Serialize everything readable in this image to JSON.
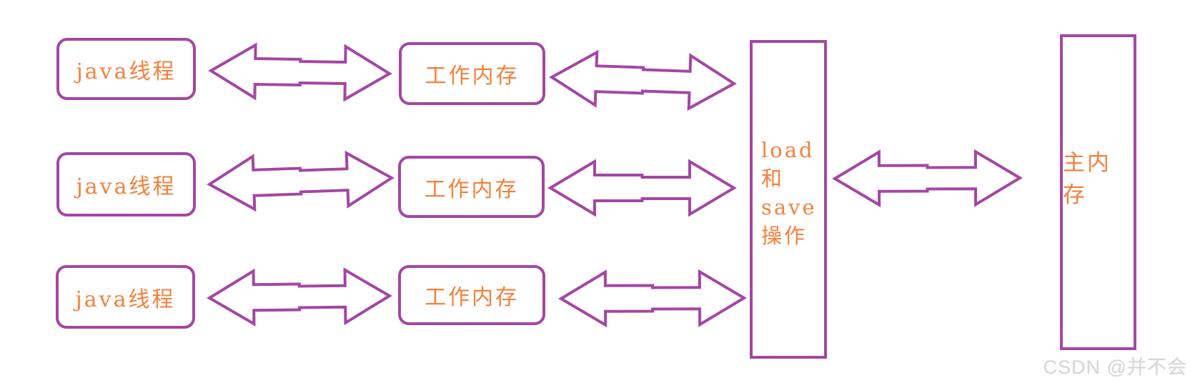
{
  "nodes": {
    "threads": [
      "java线程",
      "java线程",
      "java线程"
    ],
    "working_memory": [
      "工作内存",
      "工作内存",
      "工作内存"
    ],
    "load_save_lines": [
      "load",
      "和",
      "save",
      "操作"
    ],
    "main_memory": "主内存"
  },
  "watermark": "CSDN @并不会",
  "colors": {
    "outline_purple": "#A347A3",
    "text_orange": "#F4813C",
    "watermark_gray": "#D8D8D8",
    "background": "#FFFFFF"
  }
}
